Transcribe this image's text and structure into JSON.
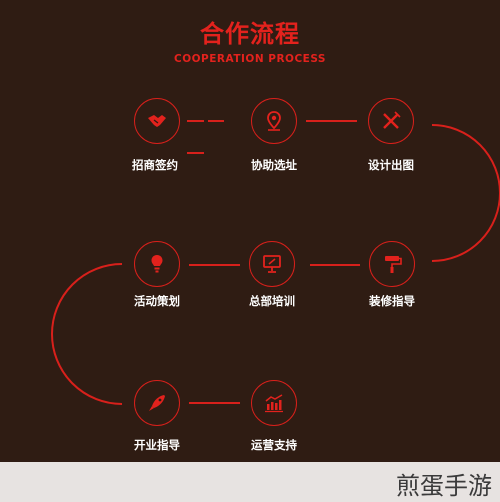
{
  "header": {
    "title": "合作流程",
    "subtitle": "COOPERATION PROCESS"
  },
  "steps": [
    {
      "label": "招商签约",
      "icon": "handshake-icon"
    },
    {
      "label": "协助选址",
      "icon": "location-pin-icon"
    },
    {
      "label": "设计出图",
      "icon": "design-tools-icon"
    },
    {
      "label": "装修指导",
      "icon": "paint-roller-icon"
    },
    {
      "label": "总部培训",
      "icon": "monitor-presentation-icon"
    },
    {
      "label": "活动策划",
      "icon": "lightbulb-icon"
    },
    {
      "label": "开业指导",
      "icon": "rocket-icon"
    },
    {
      "label": "运营支持",
      "icon": "growth-chart-icon"
    }
  ],
  "watermark": "煎蛋手游",
  "colors": {
    "accent": "#e3221d",
    "background": "#2f1c13",
    "text": "#ffffff",
    "footer": "#e7e3e1"
  }
}
